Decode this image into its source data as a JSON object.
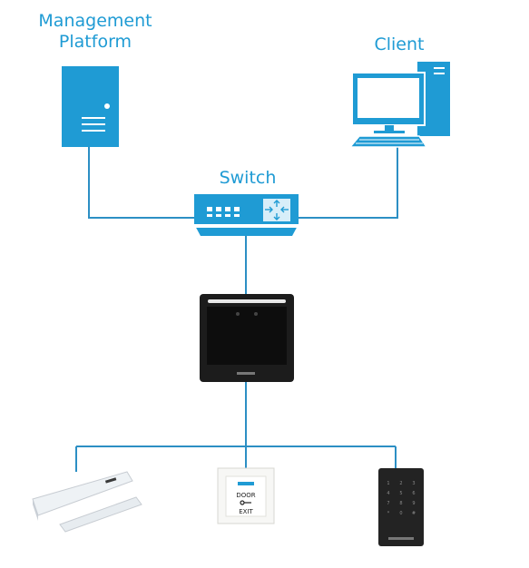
{
  "labels": {
    "management_platform_line1": "Management",
    "management_platform_line2": "Platform",
    "client": "Client",
    "switch": "Switch"
  },
  "device_text": {
    "exit_button_line1": "DOOR",
    "exit_button_line2": "EXIT",
    "keypad_keys": [
      "1",
      "2",
      "3",
      "4",
      "5",
      "6",
      "7",
      "8",
      "9",
      "*",
      "0",
      "#"
    ]
  },
  "colors": {
    "accent": "#1f9bd4",
    "line": "#2c8fc4",
    "terminal": "#1c1c1c"
  },
  "icons": [
    "server-icon",
    "computer-icon",
    "network-switch-icon",
    "face-recognition-terminal-icon",
    "magnetic-lock-icon",
    "exit-button-icon",
    "card-reader-icon"
  ]
}
